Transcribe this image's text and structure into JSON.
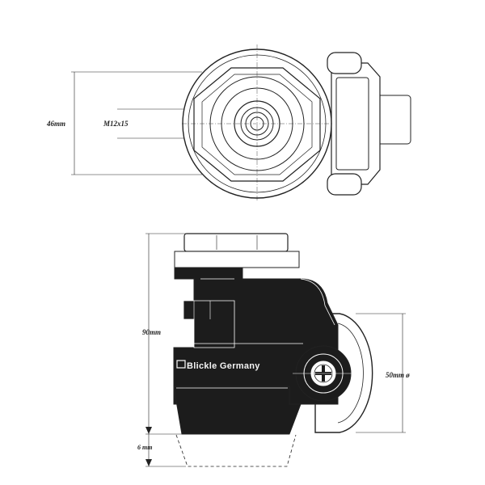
{
  "top_view": {
    "dimension_width": "46mm",
    "thread_label": "M12x15"
  },
  "side_view": {
    "dimension_height": "90mm",
    "dimension_lift": "6 mm",
    "dimension_wheel": "50mm ø",
    "brand_label": "Blickle Germany"
  },
  "colors": {
    "line": "#222222",
    "body_fill": "#1c1c1c",
    "paper": "#ffffff"
  }
}
